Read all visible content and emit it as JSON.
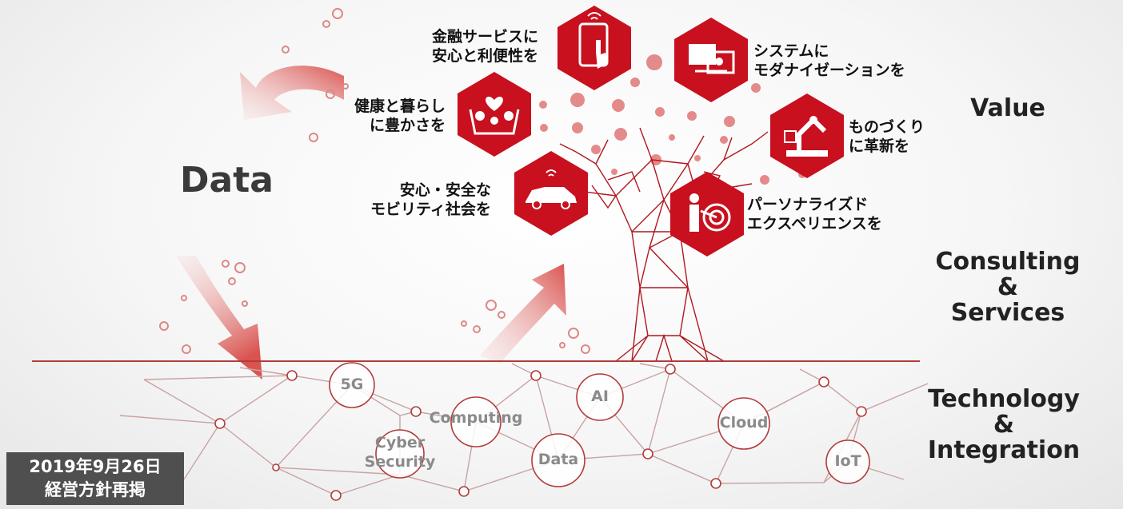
{
  "data_label": "Data",
  "layers": {
    "value": "Value",
    "consulting": [
      "Consulting",
      "&",
      "Services"
    ],
    "technology": [
      "Technology",
      "&",
      "Integration"
    ]
  },
  "value_items": [
    {
      "icon": "smartphone-finance-icon",
      "lines": [
        "金融サービスに",
        "安心と利便性を"
      ]
    },
    {
      "icon": "system-modernization-icon",
      "lines": [
        "システムに",
        "モダナイゼーションを"
      ]
    },
    {
      "icon": "family-health-icon",
      "lines": [
        "健康と暮らし",
        "に豊かさを"
      ]
    },
    {
      "icon": "robot-arm-icon",
      "lines": [
        "ものづくり",
        "に革新を"
      ]
    },
    {
      "icon": "connected-car-icon",
      "lines": [
        "安心・安全な",
        "モビリティ社会を"
      ]
    },
    {
      "icon": "person-target-icon",
      "lines": [
        "パーソナライズド",
        "エクスペリエンスを"
      ]
    }
  ],
  "technologies": [
    "5G",
    "Computing",
    "AI",
    "Cloud",
    "Cyber Security",
    "Data",
    "IoT"
  ],
  "date_badge": {
    "line1": "2019年9月26日",
    "line2": "経営方針再掲"
  },
  "colors": {
    "accent": "#c8101e",
    "arrow": "#d9534f",
    "network": "#c9a3a3",
    "node_text": "#8a8a8a"
  }
}
